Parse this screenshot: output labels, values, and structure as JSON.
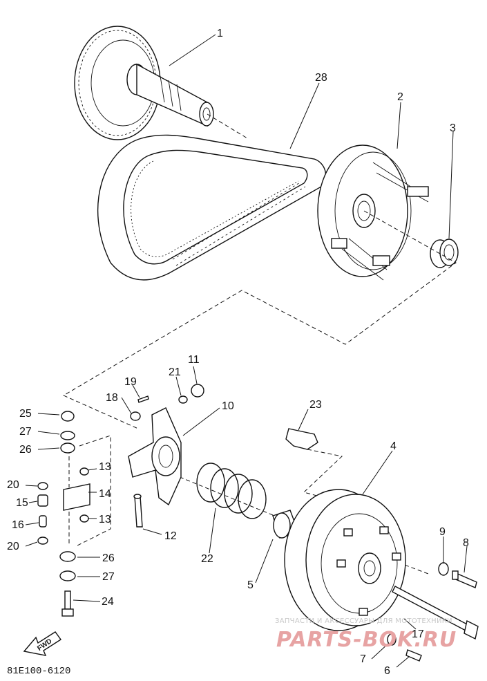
{
  "diagram": {
    "code": "81E100-6120",
    "fwd_label": "FWD",
    "parts": [
      {
        "id": "p1",
        "label": "1"
      },
      {
        "id": "p2",
        "label": "2"
      },
      {
        "id": "p3",
        "label": "3"
      },
      {
        "id": "p4",
        "label": "4"
      },
      {
        "id": "p5",
        "label": "5"
      },
      {
        "id": "p6",
        "label": "6"
      },
      {
        "id": "p7",
        "label": "7"
      },
      {
        "id": "p8",
        "label": "8"
      },
      {
        "id": "p9",
        "label": "9"
      },
      {
        "id": "p10",
        "label": "10"
      },
      {
        "id": "p11",
        "label": "11"
      },
      {
        "id": "p12",
        "label": "12"
      },
      {
        "id": "p13a",
        "label": "13"
      },
      {
        "id": "p13b",
        "label": "13"
      },
      {
        "id": "p14",
        "label": "14"
      },
      {
        "id": "p15",
        "label": "15"
      },
      {
        "id": "p16",
        "label": "16"
      },
      {
        "id": "p17",
        "label": "17"
      },
      {
        "id": "p18",
        "label": "18"
      },
      {
        "id": "p19",
        "label": "19"
      },
      {
        "id": "p20a",
        "label": "20"
      },
      {
        "id": "p20b",
        "label": "20"
      },
      {
        "id": "p21",
        "label": "21"
      },
      {
        "id": "p22",
        "label": "22"
      },
      {
        "id": "p23",
        "label": "23"
      },
      {
        "id": "p24",
        "label": "24"
      },
      {
        "id": "p25",
        "label": "25"
      },
      {
        "id": "p26a",
        "label": "26"
      },
      {
        "id": "p26b",
        "label": "26"
      },
      {
        "id": "p27a",
        "label": "27"
      },
      {
        "id": "p27b",
        "label": "27"
      },
      {
        "id": "p28",
        "label": "28"
      }
    ]
  },
  "watermark": {
    "line1": "ЗАПЧАСТИ И АКСЕССУАРЫ ДЛЯ МОТОТЕХНИКИ",
    "line2": "PARTS-BOK.RU"
  }
}
